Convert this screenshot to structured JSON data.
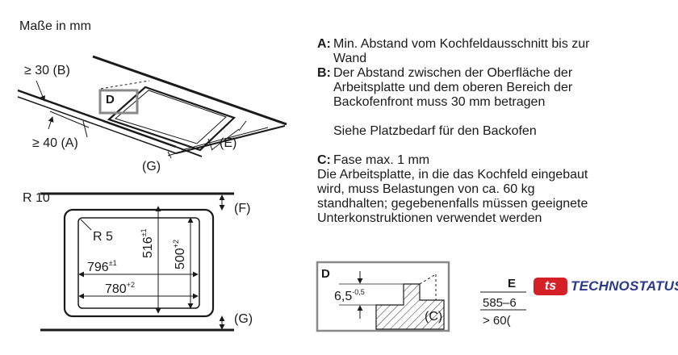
{
  "title": "Maße in mm",
  "top_view": {
    "label_b": "≥ 30 (B)",
    "label_a": "≥ 40 (A)",
    "label_d": "D",
    "label_e": "(E)",
    "label_g": "(G)"
  },
  "cutout_view": {
    "r10": "R 10",
    "r5": "R 5",
    "dim_796": "796",
    "dim_796_tol": "±1",
    "dim_780": "780",
    "dim_780_tol": "+2",
    "dim_516": "516",
    "dim_516_tol": "±1",
    "dim_500": "500",
    "dim_500_tol": "+2",
    "label_f": "(F)",
    "label_g": "(G)"
  },
  "notes": [
    {
      "key": "A:",
      "lines": [
        "Min. Abstand vom Kochfeldausschnitt bis zur",
        "Wand"
      ]
    },
    {
      "key": "B:",
      "lines": [
        "Der Abstand zwischen der Oberfläche der",
        "Arbeitsplatte und dem oberen Bereich der",
        "Backofenfront muss 30 mm betragen"
      ]
    },
    {
      "key": "",
      "lines": [
        "Siehe Platzbedarf für den Backofen"
      ]
    },
    {
      "key": "C:",
      "lines": [
        "Fase max. 1 mm"
      ]
    },
    {
      "key": "",
      "lines": [
        "Die Arbeitsplatte, in die das Kochfeld eingebaut",
        "wird, muss Belastungen von ca. 60 kg",
        "standhalten; gegebenenfalls müssen geeignete",
        "Unterkonstruktionen verwendet werden"
      ]
    }
  ],
  "detail_d": {
    "label": "D",
    "dim": "6,5",
    "dim_tol": "-0,5",
    "label_c": "(C)"
  },
  "table_e": {
    "header": "E",
    "row1": "585–6",
    "row2": "> 60("
  },
  "logo": {
    "badge": "ts",
    "text": "TECHNOSTATUS",
    "badge_color": "#d42027",
    "text_color": "#2b3a8c"
  }
}
